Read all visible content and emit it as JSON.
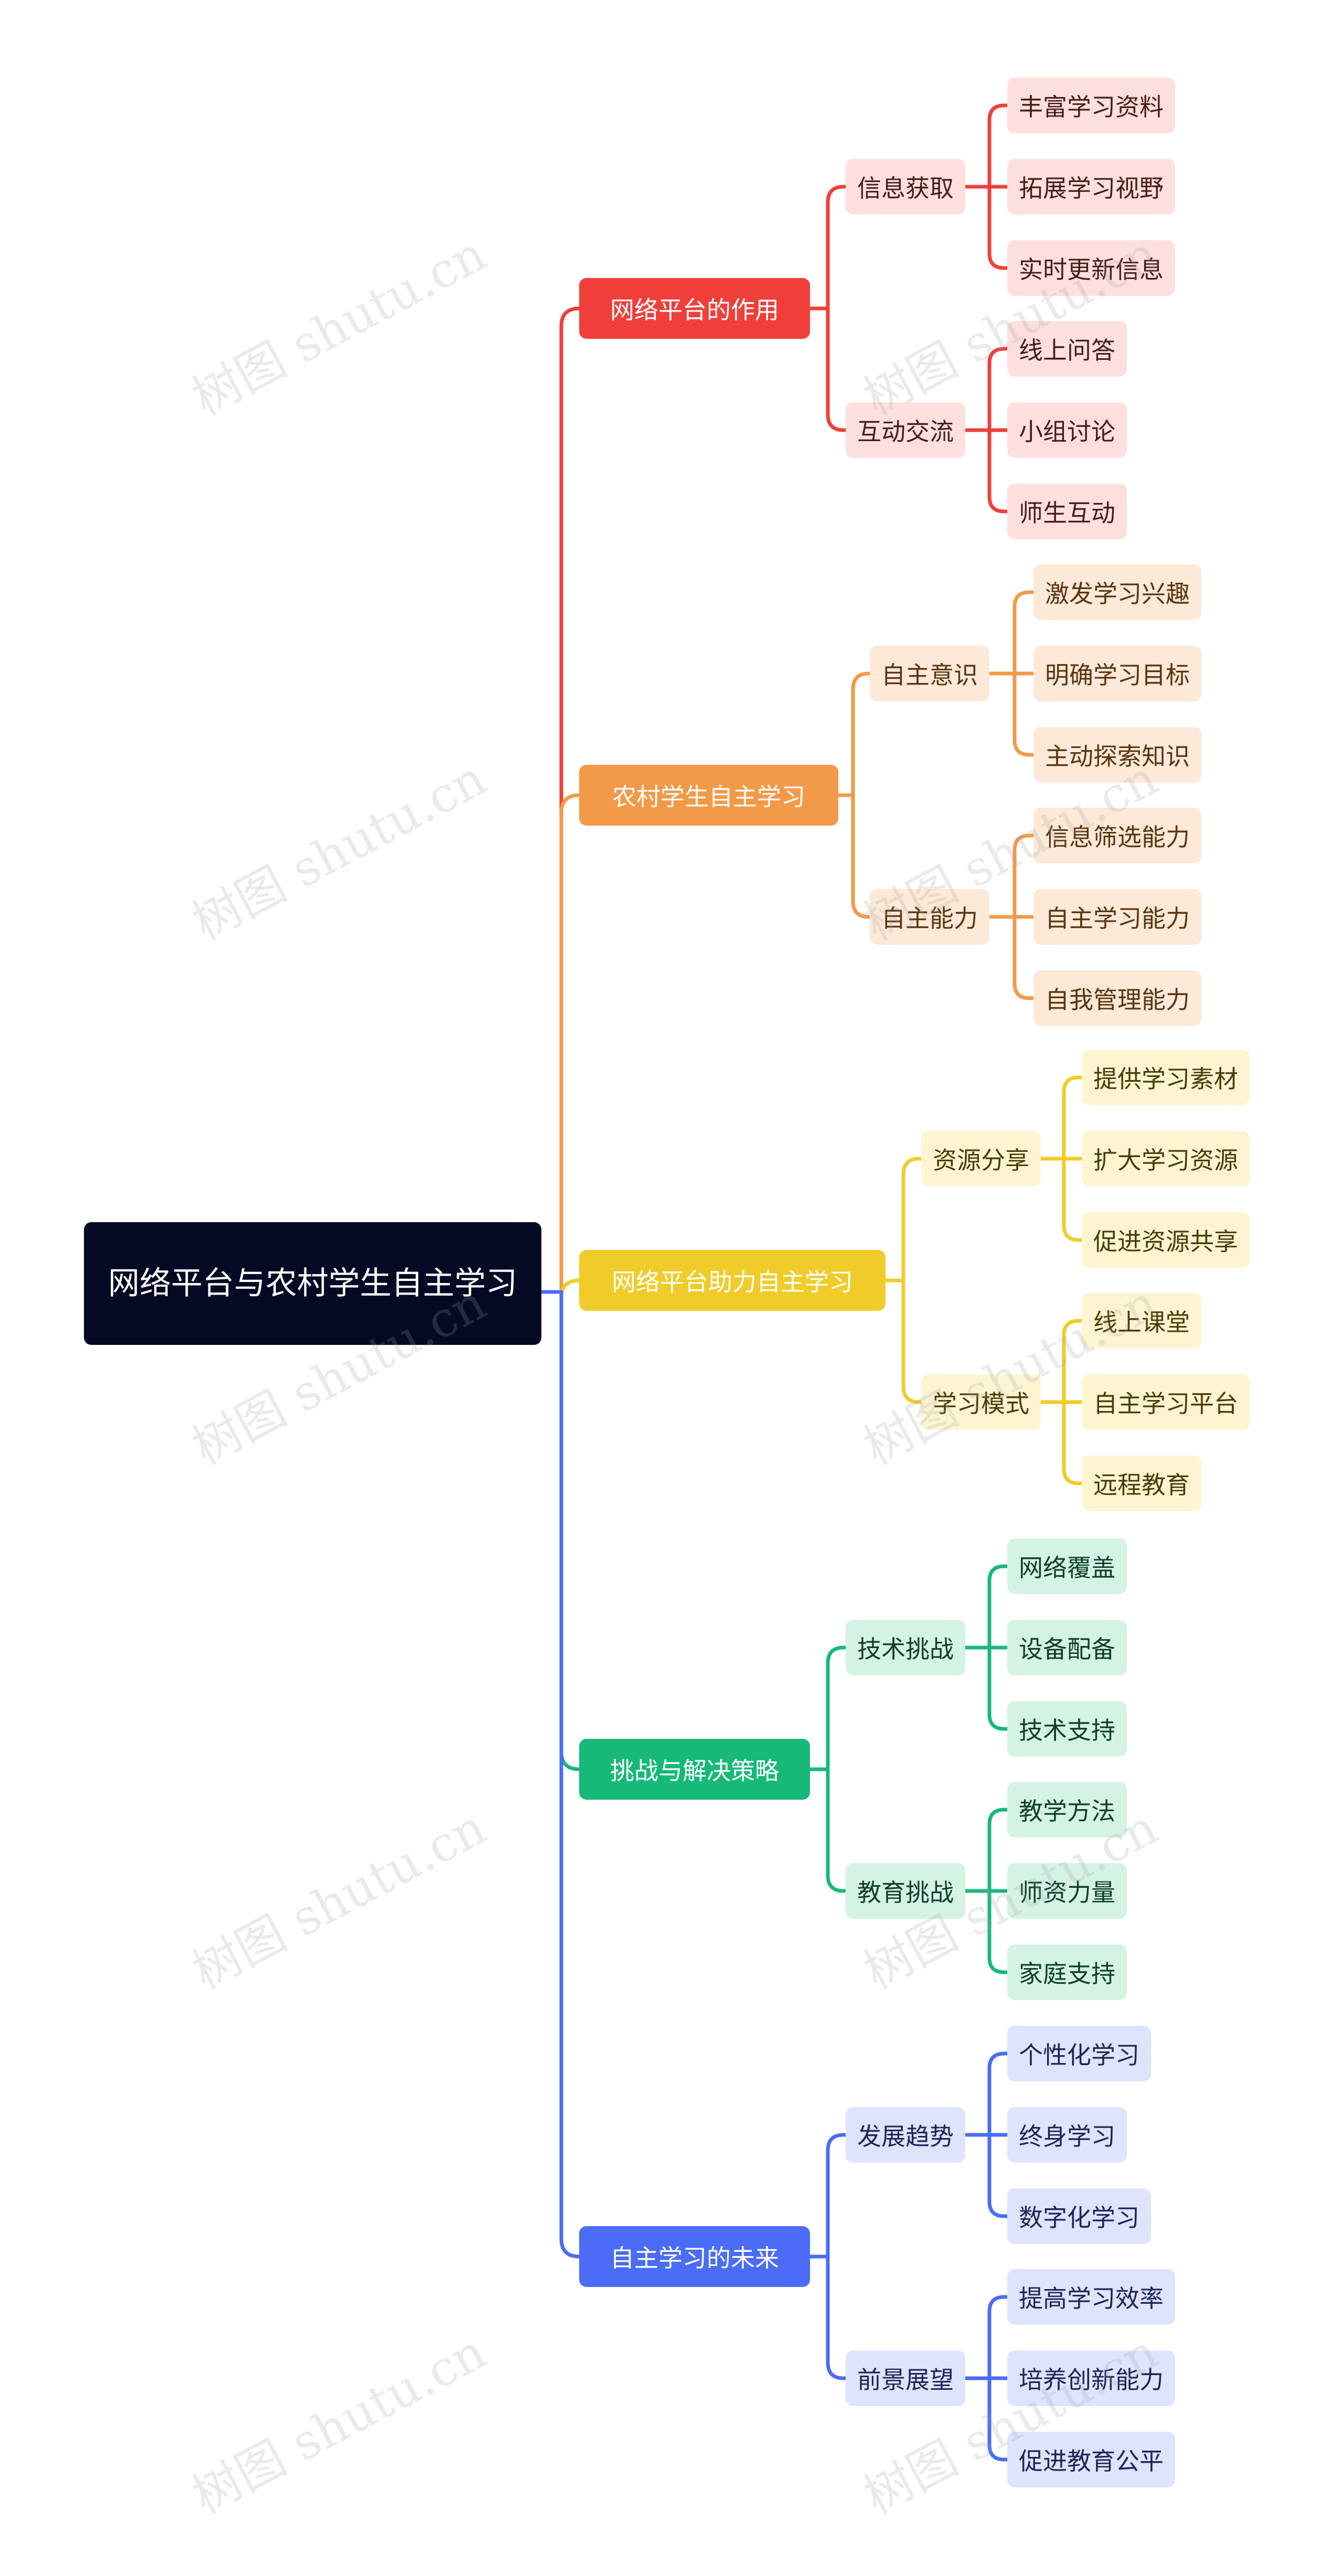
{
  "mindmap": {
    "root": "网络平台与农村学生自主学习",
    "root_color": "#050a24",
    "branches": [
      {
        "label": "网络平台的作用",
        "color": "#f03f3a",
        "light": "#fde0de",
        "text_dark": "#4a1a18",
        "children": [
          {
            "label": "信息获取",
            "children": [
              "丰富学习资料",
              "拓展学习视野",
              "实时更新信息"
            ]
          },
          {
            "label": "互动交流",
            "children": [
              "线上问答",
              "小组讨论",
              "师生互动"
            ]
          }
        ]
      },
      {
        "label": "农村学生自主学习",
        "color": "#f29a48",
        "light": "#fde9d8",
        "text_dark": "#5a3410",
        "children": [
          {
            "label": "自主意识",
            "children": [
              "激发学习兴趣",
              "明确学习目标",
              "主动探索知识"
            ]
          },
          {
            "label": "自主能力",
            "children": [
              "信息筛选能力",
              "自主学习能力",
              "自我管理能力"
            ]
          }
        ]
      },
      {
        "label": "网络平台助力自主学习",
        "color": "#f0cc2a",
        "light": "#fdf5d2",
        "text_dark": "#4a3a05",
        "children": [
          {
            "label": "资源分享",
            "children": [
              "提供学习素材",
              "扩大学习资源",
              "促进资源共享"
            ]
          },
          {
            "label": "学习模式",
            "children": [
              "线上课堂",
              "自主学习平台",
              "远程教育"
            ]
          }
        ]
      },
      {
        "label": "挑战与解决策略",
        "color": "#17b978",
        "light": "#d4f3e4",
        "text_dark": "#0f3d28",
        "children": [
          {
            "label": "技术挑战",
            "children": [
              "网络覆盖",
              "设备配备",
              "技术支持"
            ]
          },
          {
            "label": "教育挑战",
            "children": [
              "教学方法",
              "师资力量",
              "家庭支持"
            ]
          }
        ]
      },
      {
        "label": "自主学习的未来",
        "color": "#4a6cf7",
        "light": "#dfe4fd",
        "text_dark": "#1a2458",
        "children": [
          {
            "label": "发展趋势",
            "children": [
              "个性化学习",
              "终身学习",
              "数字化学习"
            ]
          },
          {
            "label": "前景展望",
            "children": [
              "提高学习效率",
              "培养创新能力",
              "促进教育公平"
            ]
          }
        ]
      }
    ]
  },
  "watermark": "树图 shutu.cn"
}
